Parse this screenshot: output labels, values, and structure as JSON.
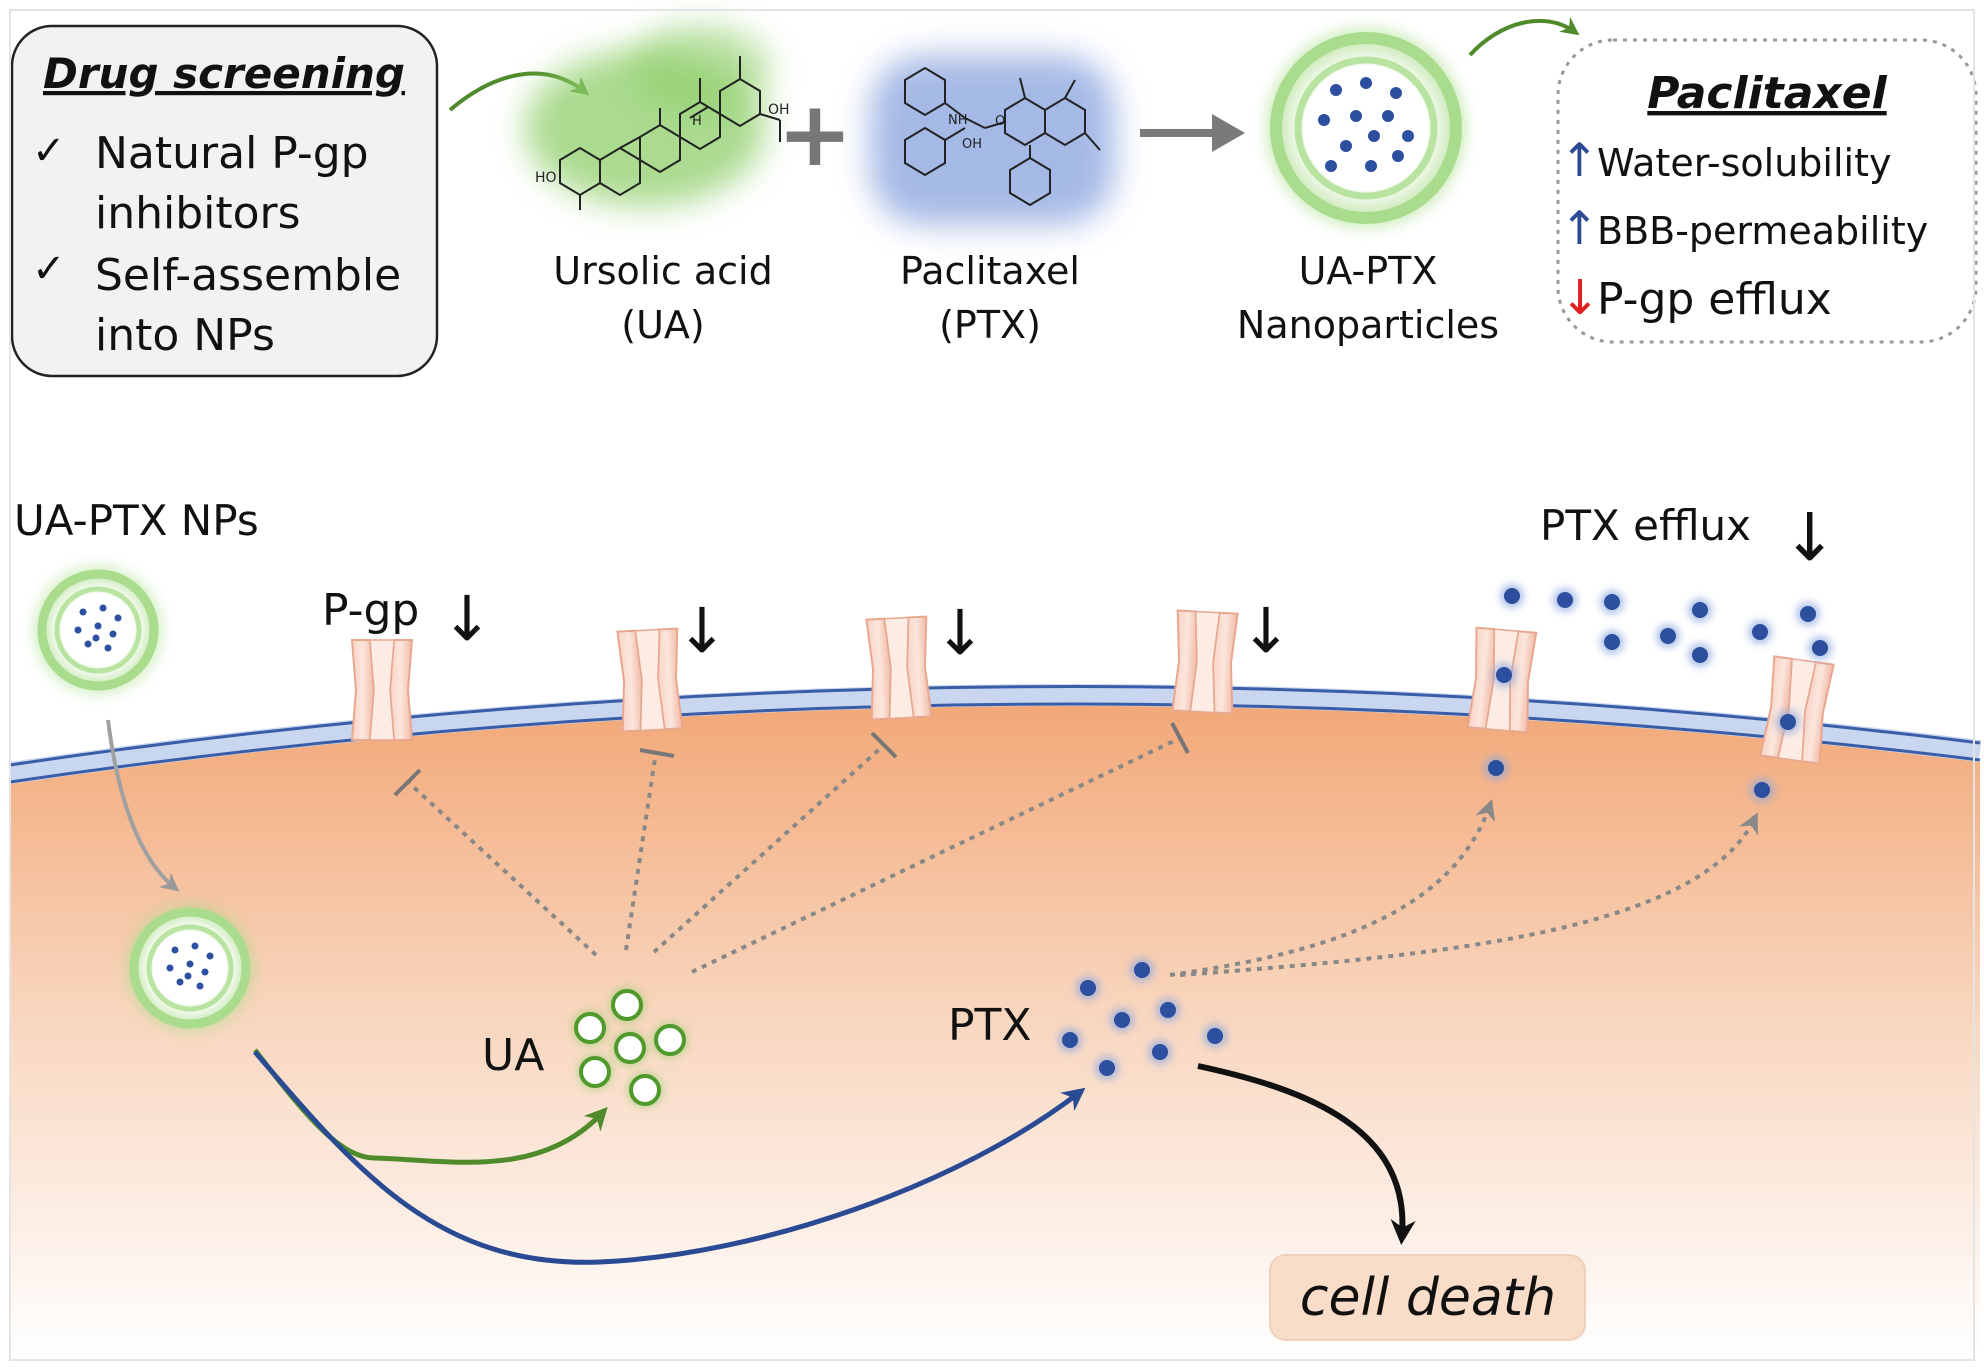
{
  "screening": {
    "title": "Drug screening",
    "items": [
      "Natural P-gp",
      "inhibitors",
      "Self-assemble",
      "into NPs"
    ],
    "check": "✓"
  },
  "molecules": {
    "ua": {
      "line1": "Ursolic acid",
      "line2": "(UA)",
      "oh": "OH",
      "ho": "HO",
      "h": "H"
    },
    "plus": "+",
    "ptx": {
      "line1": "Paclitaxel",
      "line2": "(PTX)",
      "nh": "NH",
      "oh": "OH",
      "o": "O"
    },
    "np": {
      "line1": "UA-PTX",
      "line2": "Nanoparticles"
    }
  },
  "paclitaxel_box": {
    "title": "Paclitaxel",
    "items": [
      {
        "arrow": "↑",
        "text": "Water-solubility"
      },
      {
        "arrow": "↑",
        "text": "BBB-permeability"
      },
      {
        "arrow": "↓",
        "text": "P-gp efflux"
      }
    ]
  },
  "cell": {
    "np_label": "UA-PTX NPs",
    "pgp_label": "P-gp",
    "down_arrow": "↓",
    "efflux_label": "PTX efflux",
    "ua_label": "UA",
    "ptx_label": "PTX",
    "death_label": "cell death"
  },
  "colors": {
    "green": "#4f8a2b",
    "ua_glow": "#8fcf6a",
    "ptx_glow": "#8fa8e0",
    "blue_dot": "#2c4fa0",
    "blue_path": "#2a4a94",
    "red": "#e02020",
    "cell_fill": "#f4b287",
    "membrane": "#3a5da8"
  }
}
